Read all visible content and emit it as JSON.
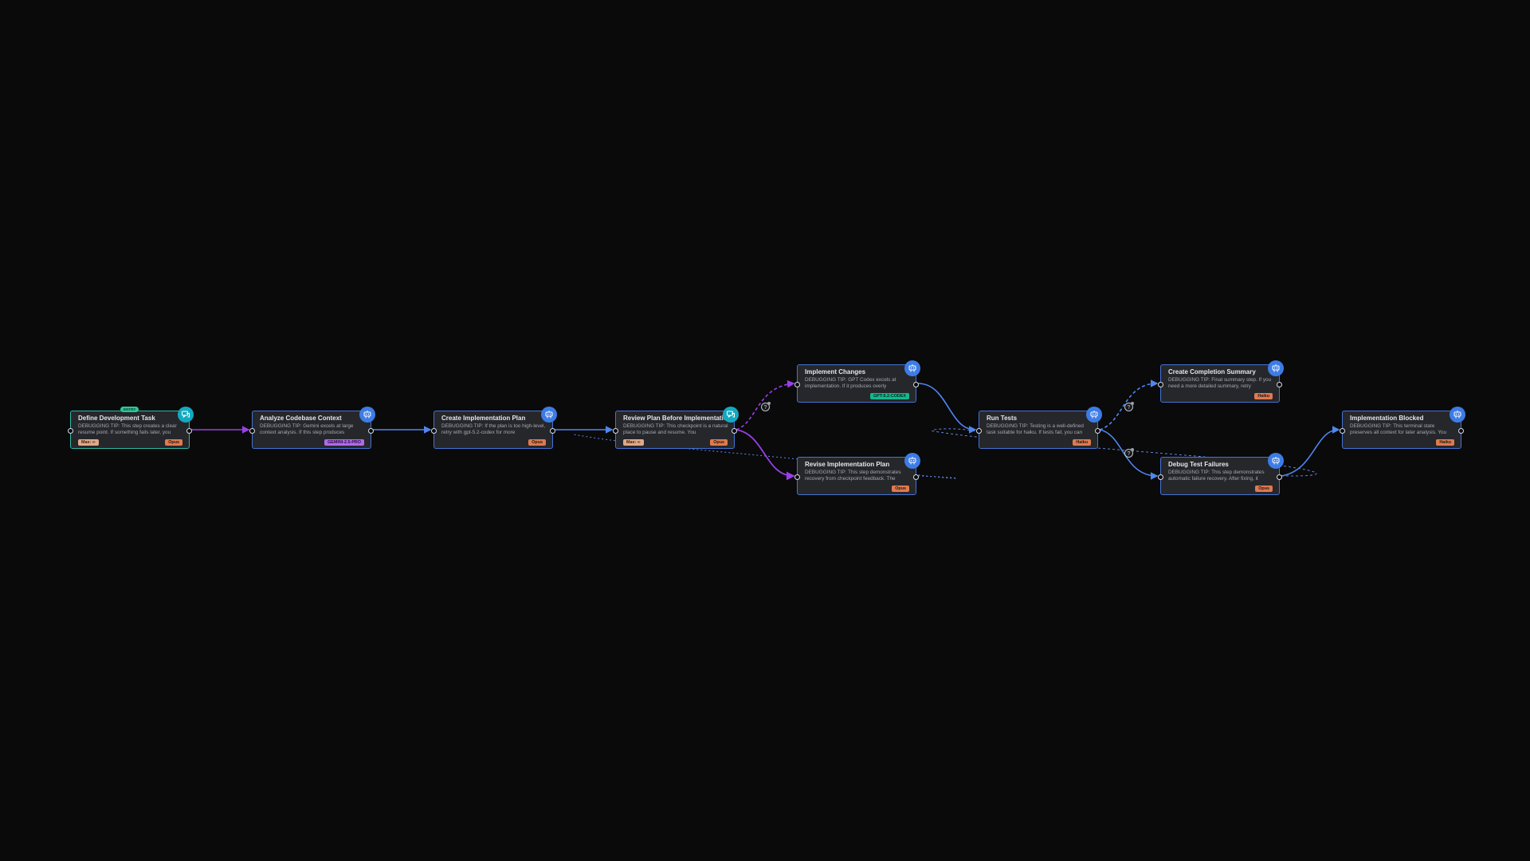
{
  "nodes": [
    {
      "id": "define",
      "title": "Define Development Task",
      "desc": "DEBUGGING TIP: This step creates a clear resume point. If something fails later, you",
      "model": "Opus",
      "max": "Max: ∞",
      "entry": "ENTRY",
      "icon": "human"
    },
    {
      "id": "analyze",
      "title": "Analyze Codebase Context",
      "desc": "DEBUGGING TIP: Gemini excels at large context analysis. If this step produces",
      "model": "GEMINI-2.5-PRO",
      "icon": "agent"
    },
    {
      "id": "plan",
      "title": "Create Implementation Plan",
      "desc": "DEBUGGING TIP: If the plan is too high-level, retry with gpt-5.2-codex for more",
      "model": "Opus",
      "icon": "agent"
    },
    {
      "id": "review",
      "title": "Review Plan Before Implementation",
      "desc": "DEBUGGING TIP: This checkpoint is a natural place to pause and resume. You",
      "model": "Opus",
      "max": "Max: ∞",
      "icon": "human"
    },
    {
      "id": "implement",
      "title": "Implement Changes",
      "desc": "DEBUGGING TIP: GPT Codex excels at implementation. If it produces overly",
      "model": "GPT-5.2-CODEX",
      "icon": "agent"
    },
    {
      "id": "revise",
      "title": "Revise Implementation Plan",
      "desc": "DEBUGGING TIP: This step demonstrates recovery from checkpoint feedback. The",
      "model": "Opus",
      "icon": "agent"
    },
    {
      "id": "tests",
      "title": "Run Tests",
      "desc": "DEBUGGING TIP: Testing is a well-defined task suitable for haiku. If tests fail, you can",
      "model": "Haiku",
      "icon": "agent"
    },
    {
      "id": "summary",
      "title": "Create Completion Summary",
      "desc": "DEBUGGING TIP: Final summary step. If you need a more detailed summary, retry",
      "model": "Haiku",
      "icon": "agent"
    },
    {
      "id": "debug",
      "title": "Debug Test Failures",
      "desc": "DEBUGGING TIP: This step demonstrates automatic failure recovery. After fixing, it",
      "model": "Opus",
      "icon": "agent"
    },
    {
      "id": "blocked",
      "title": "Implementation Blocked",
      "desc": "DEBUGGING TIP: This terminal state preserves all context for later analysis. You",
      "model": "Haiku",
      "icon": "agent"
    }
  ],
  "conditions": [
    {
      "id": "cond-review",
      "label": "?"
    },
    {
      "id": "cond-tests-pass",
      "label": "?"
    },
    {
      "id": "cond-tests-fail",
      "label": "?"
    }
  ],
  "colors": {
    "edge_blue": "#4f86f0",
    "edge_purple": "#9a3fe8",
    "edge_dashed": "#5d86e0",
    "node_border": "#4373d6",
    "entry_border": "#2fb9a6",
    "opus": "#e07a4f",
    "haiku": "#e07a4f",
    "gemini": "#b06ae8",
    "codex": "#14b88e"
  }
}
